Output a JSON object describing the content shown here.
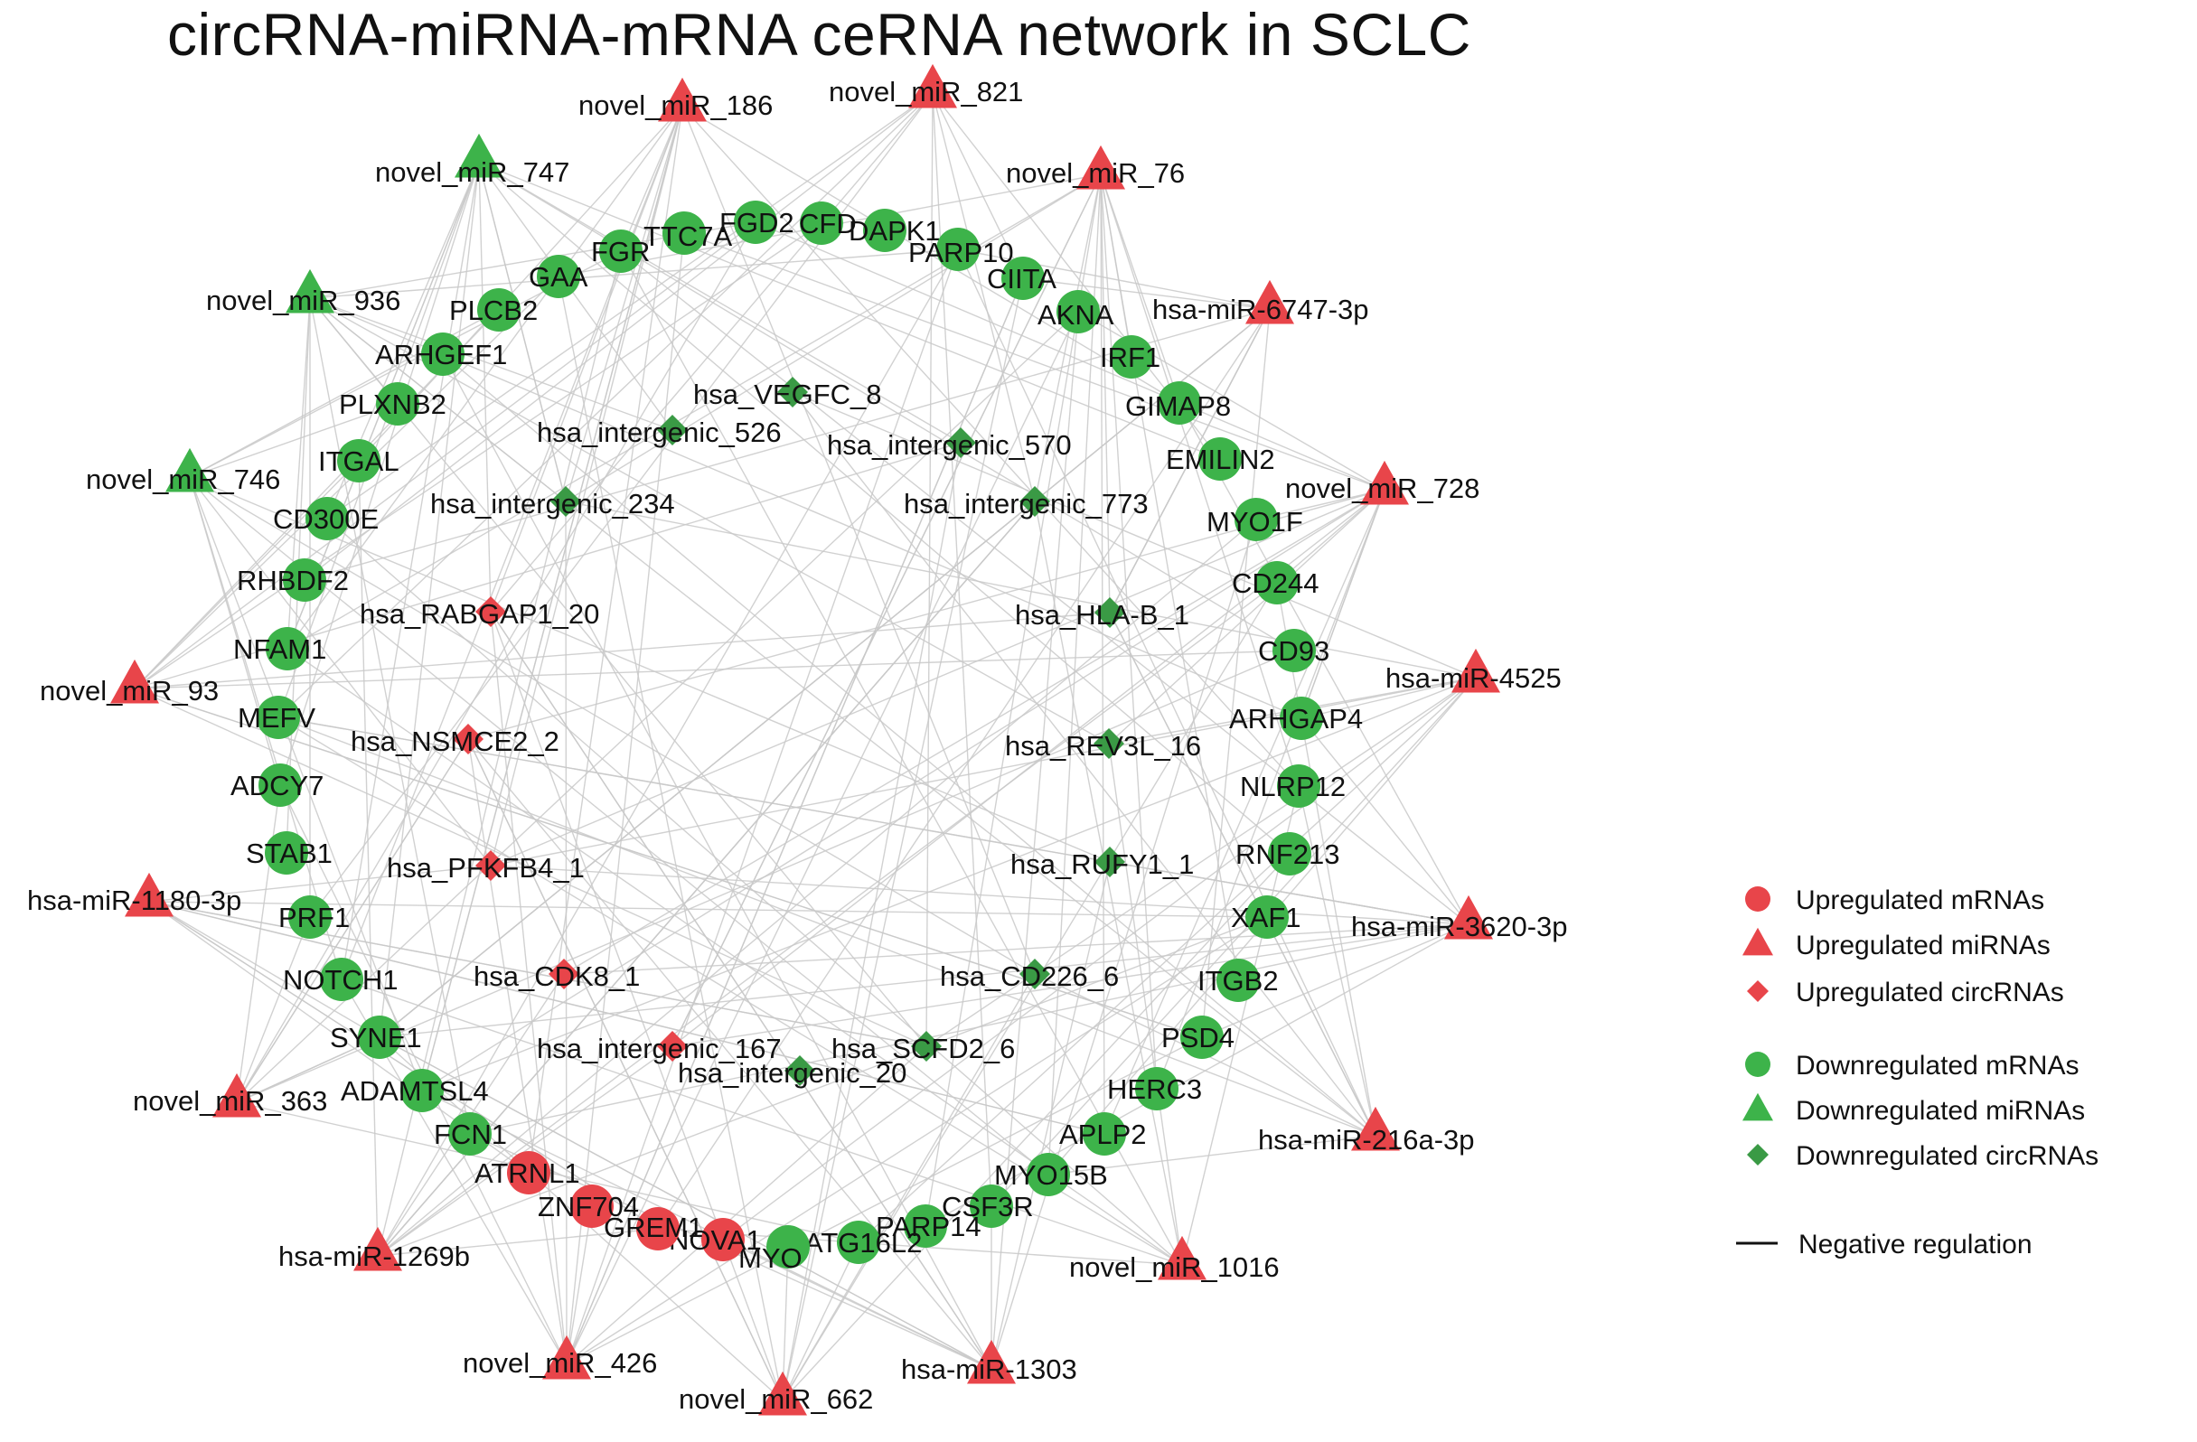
{
  "title": "circRNA-miRNA-mRNA ceRNA network in SCLC",
  "colors": {
    "up": "#e8454a",
    "down": "#3db34a",
    "down_dark": "#3a9a45",
    "edge": "#c9c9c9"
  },
  "legend": [
    {
      "shape": "circle",
      "color": "up",
      "label": "Upregulated mRNAs"
    },
    {
      "shape": "triangle",
      "color": "up",
      "label": "Upregulated miRNAs"
    },
    {
      "shape": "diamond",
      "color": "up",
      "label": "Upregulated circRNAs"
    },
    {
      "shape": "circle",
      "color": "down",
      "label": "Downregulated mRNAs"
    },
    {
      "shape": "triangle",
      "color": "down",
      "label": "Downregulated miRNAs"
    },
    {
      "shape": "diamond",
      "color": "down",
      "label": "Downregulated circRNAs"
    },
    {
      "shape": "line",
      "color": "black",
      "label": "Negative regulation"
    }
  ],
  "mirnas": [
    {
      "label": "novel_miR_186",
      "reg": "up"
    },
    {
      "label": "novel_miR_821",
      "reg": "up"
    },
    {
      "label": "novel_miR_76",
      "reg": "up"
    },
    {
      "label": "hsa-miR-6747-3p",
      "reg": "up"
    },
    {
      "label": "novel_miR_728",
      "reg": "up"
    },
    {
      "label": "hsa-miR-4525",
      "reg": "up"
    },
    {
      "label": "hsa-miR-3620-3p",
      "reg": "up"
    },
    {
      "label": "hsa-miR-216a-3p",
      "reg": "up"
    },
    {
      "label": "novel_miR_1016",
      "reg": "up"
    },
    {
      "label": "hsa-miR-1303",
      "reg": "up"
    },
    {
      "label": "novel_miR_662",
      "reg": "up"
    },
    {
      "label": "novel_miR_426",
      "reg": "up"
    },
    {
      "label": "hsa-miR-1269b",
      "reg": "up"
    },
    {
      "label": "novel_miR_363",
      "reg": "up"
    },
    {
      "label": "hsa-miR-1180-3p",
      "reg": "up"
    },
    {
      "label": "novel_miR_93",
      "reg": "up"
    },
    {
      "label": "novel_miR_746",
      "reg": "down"
    },
    {
      "label": "novel_miR_936",
      "reg": "down"
    },
    {
      "label": "novel_miR_747",
      "reg": "down"
    }
  ],
  "mrnas": [
    {
      "label": "TTC7A",
      "reg": "down"
    },
    {
      "label": "FGD2",
      "reg": "down"
    },
    {
      "label": "CFD",
      "reg": "down"
    },
    {
      "label": "DAPK1",
      "reg": "down"
    },
    {
      "label": "PARP10",
      "reg": "down"
    },
    {
      "label": "CIITA",
      "reg": "down"
    },
    {
      "label": "AKNA",
      "reg": "down"
    },
    {
      "label": "IRF1",
      "reg": "down"
    },
    {
      "label": "GIMAP8",
      "reg": "down"
    },
    {
      "label": "EMILIN2",
      "reg": "down"
    },
    {
      "label": "MYO1F",
      "reg": "down"
    },
    {
      "label": "CD244",
      "reg": "down"
    },
    {
      "label": "CD93",
      "reg": "down"
    },
    {
      "label": "ARHGAP4",
      "reg": "down"
    },
    {
      "label": "NLRP12",
      "reg": "down"
    },
    {
      "label": "RNF213",
      "reg": "down"
    },
    {
      "label": "XAF1",
      "reg": "down"
    },
    {
      "label": "ITGB2",
      "reg": "down"
    },
    {
      "label": "PSD4",
      "reg": "down"
    },
    {
      "label": "HERC3",
      "reg": "down"
    },
    {
      "label": "APLP2",
      "reg": "down"
    },
    {
      "label": "MYO15B",
      "reg": "down"
    },
    {
      "label": "CSF3R",
      "reg": "down"
    },
    {
      "label": "PARP14",
      "reg": "down"
    },
    {
      "label": "ATG16L2",
      "reg": "down"
    },
    {
      "label": "MYO",
      "reg": "down"
    },
    {
      "label": "NOVA1",
      "reg": "up"
    },
    {
      "label": "GREM1",
      "reg": "up"
    },
    {
      "label": "ZNF704",
      "reg": "up"
    },
    {
      "label": "ATRNL1",
      "reg": "up"
    },
    {
      "label": "FCN1",
      "reg": "down"
    },
    {
      "label": "ADAMTSL4",
      "reg": "down"
    },
    {
      "label": "SYNE1",
      "reg": "down"
    },
    {
      "label": "NOTCH1",
      "reg": "down"
    },
    {
      "label": "PRF1",
      "reg": "down"
    },
    {
      "label": "STAB1",
      "reg": "down"
    },
    {
      "label": "ADCY7",
      "reg": "down"
    },
    {
      "label": "MEFV",
      "reg": "down"
    },
    {
      "label": "NFAM1",
      "reg": "down"
    },
    {
      "label": "RHBDF2",
      "reg": "down"
    },
    {
      "label": "CD300E",
      "reg": "down"
    },
    {
      "label": "ITGAL",
      "reg": "down"
    },
    {
      "label": "PLXNB2",
      "reg": "down"
    },
    {
      "label": "ARHGEF1",
      "reg": "down"
    },
    {
      "label": "PLCB2",
      "reg": "down"
    },
    {
      "label": "GAA",
      "reg": "down"
    },
    {
      "label": "FGR",
      "reg": "down"
    }
  ],
  "circrnas": [
    {
      "label": "hsa_VEGFC_8",
      "reg": "down"
    },
    {
      "label": "hsa_intergenic_526",
      "reg": "down"
    },
    {
      "label": "hsa_intergenic_570",
      "reg": "down"
    },
    {
      "label": "hsa_intergenic_234",
      "reg": "down"
    },
    {
      "label": "hsa_intergenic_773",
      "reg": "down"
    },
    {
      "label": "hsa_RABGAP1_20",
      "reg": "up"
    },
    {
      "label": "hsa_HLA-B_1",
      "reg": "down"
    },
    {
      "label": "hsa_NSMCE2_2",
      "reg": "up"
    },
    {
      "label": "hsa_REV3L_16",
      "reg": "down"
    },
    {
      "label": "hsa_PFKFB4_1",
      "reg": "up"
    },
    {
      "label": "hsa_RUFY1_1",
      "reg": "down"
    },
    {
      "label": "hsa_CDK8_1",
      "reg": "up"
    },
    {
      "label": "hsa_CD226_6",
      "reg": "down"
    },
    {
      "label": "hsa_intergenic_167",
      "reg": "up"
    },
    {
      "label": "hsa_SCFD2_6",
      "reg": "down"
    },
    {
      "label": "hsa_intergenic_20",
      "reg": "down"
    }
  ]
}
